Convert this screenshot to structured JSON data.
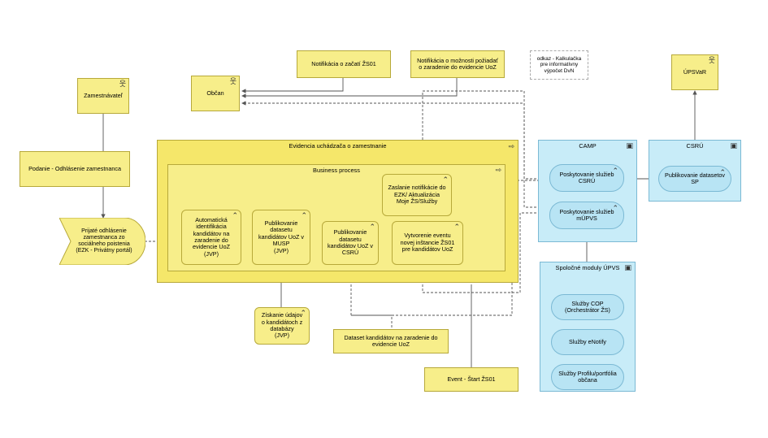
{
  "zamestnavatel": "Zamestnávateľ",
  "podanie": "Podanie - Odhlásenie zamestnanca",
  "prijate": "Prijaté odhlásenie zamestnanca zo sociálneho poistenia\n(EZK - Privátny portál)",
  "obcan": "Občan",
  "notif_zacati": "Notifikácia o začatí ŽS01",
  "notif_moznosti": "Notifikácia o možnosti požiadať o zaradenie do evidencie UoZ",
  "odkaz": "odkaz - Kalkulačka pre informatívny výpočet DvN",
  "upsvar": "ÚPSVaR",
  "evidencia": "Evidencia uchádzača o zamestnanie",
  "business_process": "Business process",
  "auto_ident": "Automatická identifikácia kandidátov na zaradenie do evidencie UoZ\n(JVP)",
  "publik_musp": "Publikovanie datasetu kandidátov UoZ v MUSP\n(JVP)",
  "publik_csru": "Publikovanie datasetu kandidátov UoZ v CSRÚ",
  "vytvorenie": "Vytvorenie eventu novej inštancie ŽS01 pre kandidátov UoZ",
  "zaslanie": "Zaslanie notifikácie do EZK/ Aktualizácia Moje ŽS/Služby",
  "ziskanie": "Získanie údajov o kandidátoch z databázy\n(JVP)",
  "dataset": "Dataset kandidátov na zaradenie do evidencie UoZ",
  "event_start": "Event - Štart ŽS01",
  "camp": "CAMP",
  "posk_csru": "Poskytovanie služieb CSRÚ",
  "posk_mupvs": "Poskytovanie služieb mÚPVS",
  "csru": "CSRÚ",
  "publik_sp": "Publikovanie datasetov SP",
  "spolocne": "Spoločné moduly ÚPVS",
  "cop": "Služby COP\n(Orchestrátor ŽS)",
  "enotify": "Služby eNotify",
  "profil": "Služby Profilu/portfólia občana",
  "colors": {
    "yellow": "#f7ee8a",
    "blue": "#c8ecf8",
    "line": "#555555"
  },
  "icons": [
    "actor-icon",
    "process-icon",
    "component-icon",
    "service-icon"
  ]
}
